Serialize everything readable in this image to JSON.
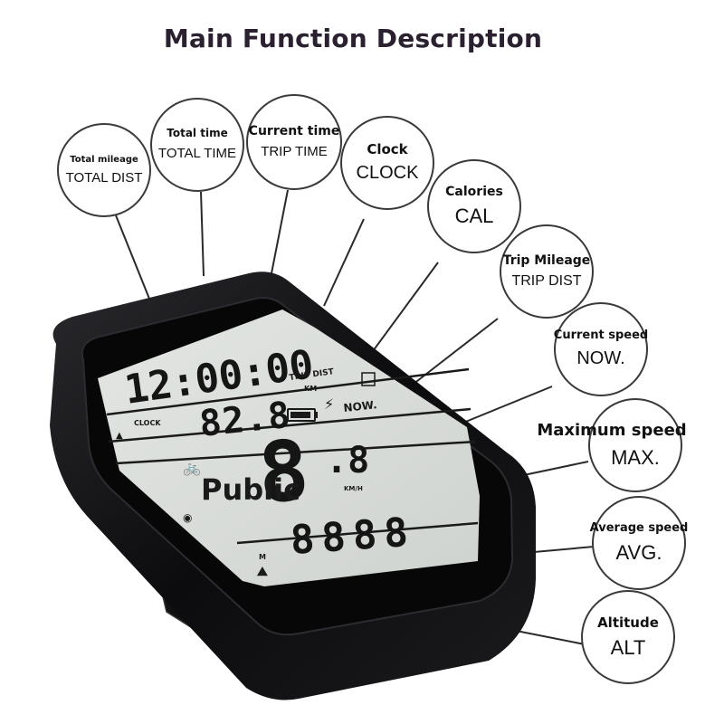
{
  "title": "Main Function Description",
  "functions": [
    {
      "key": "total_dist",
      "label": "Total mileage",
      "code": "TOTAL DIST"
    },
    {
      "key": "total_time",
      "label": "Total time",
      "code": "TOTAL TIME"
    },
    {
      "key": "trip_time",
      "label": "Current time",
      "code": "TRIP TIME"
    },
    {
      "key": "clock",
      "label": "Clock",
      "code": "CLOCK"
    },
    {
      "key": "cal",
      "label": "Calories",
      "code": "CAL"
    },
    {
      "key": "trip_dist",
      "label": "Trip Mileage",
      "code": "TRIP DIST"
    },
    {
      "key": "now",
      "label": "Current speed",
      "code": "NOW."
    },
    {
      "key": "max",
      "label": "Maximum speed",
      "code": "MAX."
    },
    {
      "key": "avg",
      "label": "Average speed",
      "code": "AVG."
    },
    {
      "key": "alt",
      "label": "Altitude",
      "code": "ALT"
    }
  ],
  "display": {
    "time": "12:00:00",
    "trip_dist_label": "TRIP DIST",
    "clock_label": "CLOCK",
    "distance": "82.8",
    "km_label": "KM",
    "now_label": "NOW.",
    "big_digit": "8",
    "speed_decimal": ".8",
    "kmh_label": "KM/H",
    "bottom_digits": "8888",
    "m_label": "M",
    "watermark": "Public"
  },
  "colors": {
    "lcd_background": "#d9dcd9",
    "bezel": "#0b0b0d",
    "bubble_border": "#3a3a3a"
  }
}
